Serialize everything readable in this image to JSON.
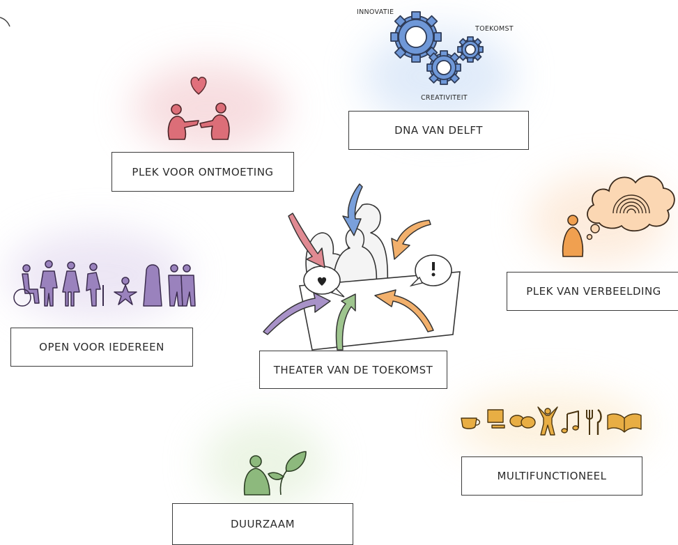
{
  "labels": {
    "dna": "DNA VAN DELFT",
    "ontmoeting": "PLEK VOOR ONTMOETING",
    "verbeelding": "PLEK VAN VERBEELDING",
    "iedereen": "OPEN VOOR IEDEREEN",
    "theater": "THEATER VAN DE TOEKOMST",
    "multi": "MULTIFUNCTIONEEL",
    "duurzaam": "DUURZAAM"
  },
  "gears": {
    "innovatie": "INNOVATIE",
    "toekomst": "TOEKOMST",
    "creativiteit": "CREATIVITEIT"
  },
  "icons": [
    "heart-icon",
    "gear-icon",
    "thought-cloud-icon",
    "rainbow-icon",
    "person-icon",
    "leaf-icon",
    "cup-icon",
    "monitor-icon",
    "speech-bubbles-icon",
    "dancer-icon",
    "music-note-icon",
    "cutlery-icon",
    "book-icon"
  ],
  "colors": {
    "pink": "#d9707a",
    "blue": "#5f8fd6",
    "orange": "#f0a050",
    "purple": "#9a82bd",
    "green": "#8ab77a",
    "yellow": "#e6ab3c"
  }
}
